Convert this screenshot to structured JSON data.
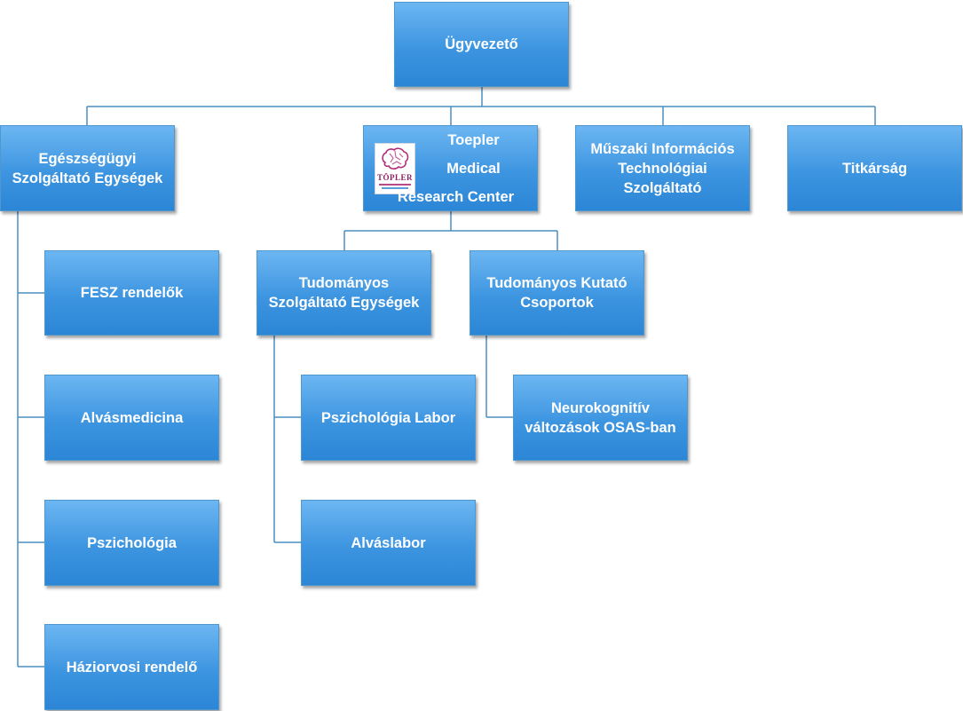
{
  "root": {
    "label": "Ügyvezető"
  },
  "level1": [
    {
      "id": "egeszseg",
      "label": "Egészségügyi\nSzolgáltató Egységek"
    },
    {
      "id": "toepler",
      "lines": [
        "Toepler",
        "Medical",
        "Research Center"
      ],
      "logo_text": "TÖPLER"
    },
    {
      "id": "muszaki",
      "label": "Műszaki Információs\nTechnológiai\nSzolgáltató"
    },
    {
      "id": "titkarsag",
      "label": "Titkárság"
    }
  ],
  "egeszseg_children": [
    {
      "label": "FESZ rendelők"
    },
    {
      "label": "Alvásmedicina"
    },
    {
      "label": "Pszichológia"
    },
    {
      "label": "Háziorvosi rendelő"
    }
  ],
  "toepler_children": [
    {
      "label": "Tudományos\nSzolgáltató Egységek"
    },
    {
      "label": "Tudományos Kutató\nCsoportok"
    }
  ],
  "szolgaltato_children": [
    {
      "label": "Pszichológia Labor"
    },
    {
      "label": "Alváslabor"
    }
  ],
  "kutato_children": [
    {
      "label": "Neurokognitív\nváltozások OSAS-ban"
    }
  ],
  "colors": {
    "box_top": "#6cb6f2",
    "box_bottom": "#2c86d6",
    "connector": "#4a8fbf",
    "logo_accent": "#8a1e5e"
  }
}
